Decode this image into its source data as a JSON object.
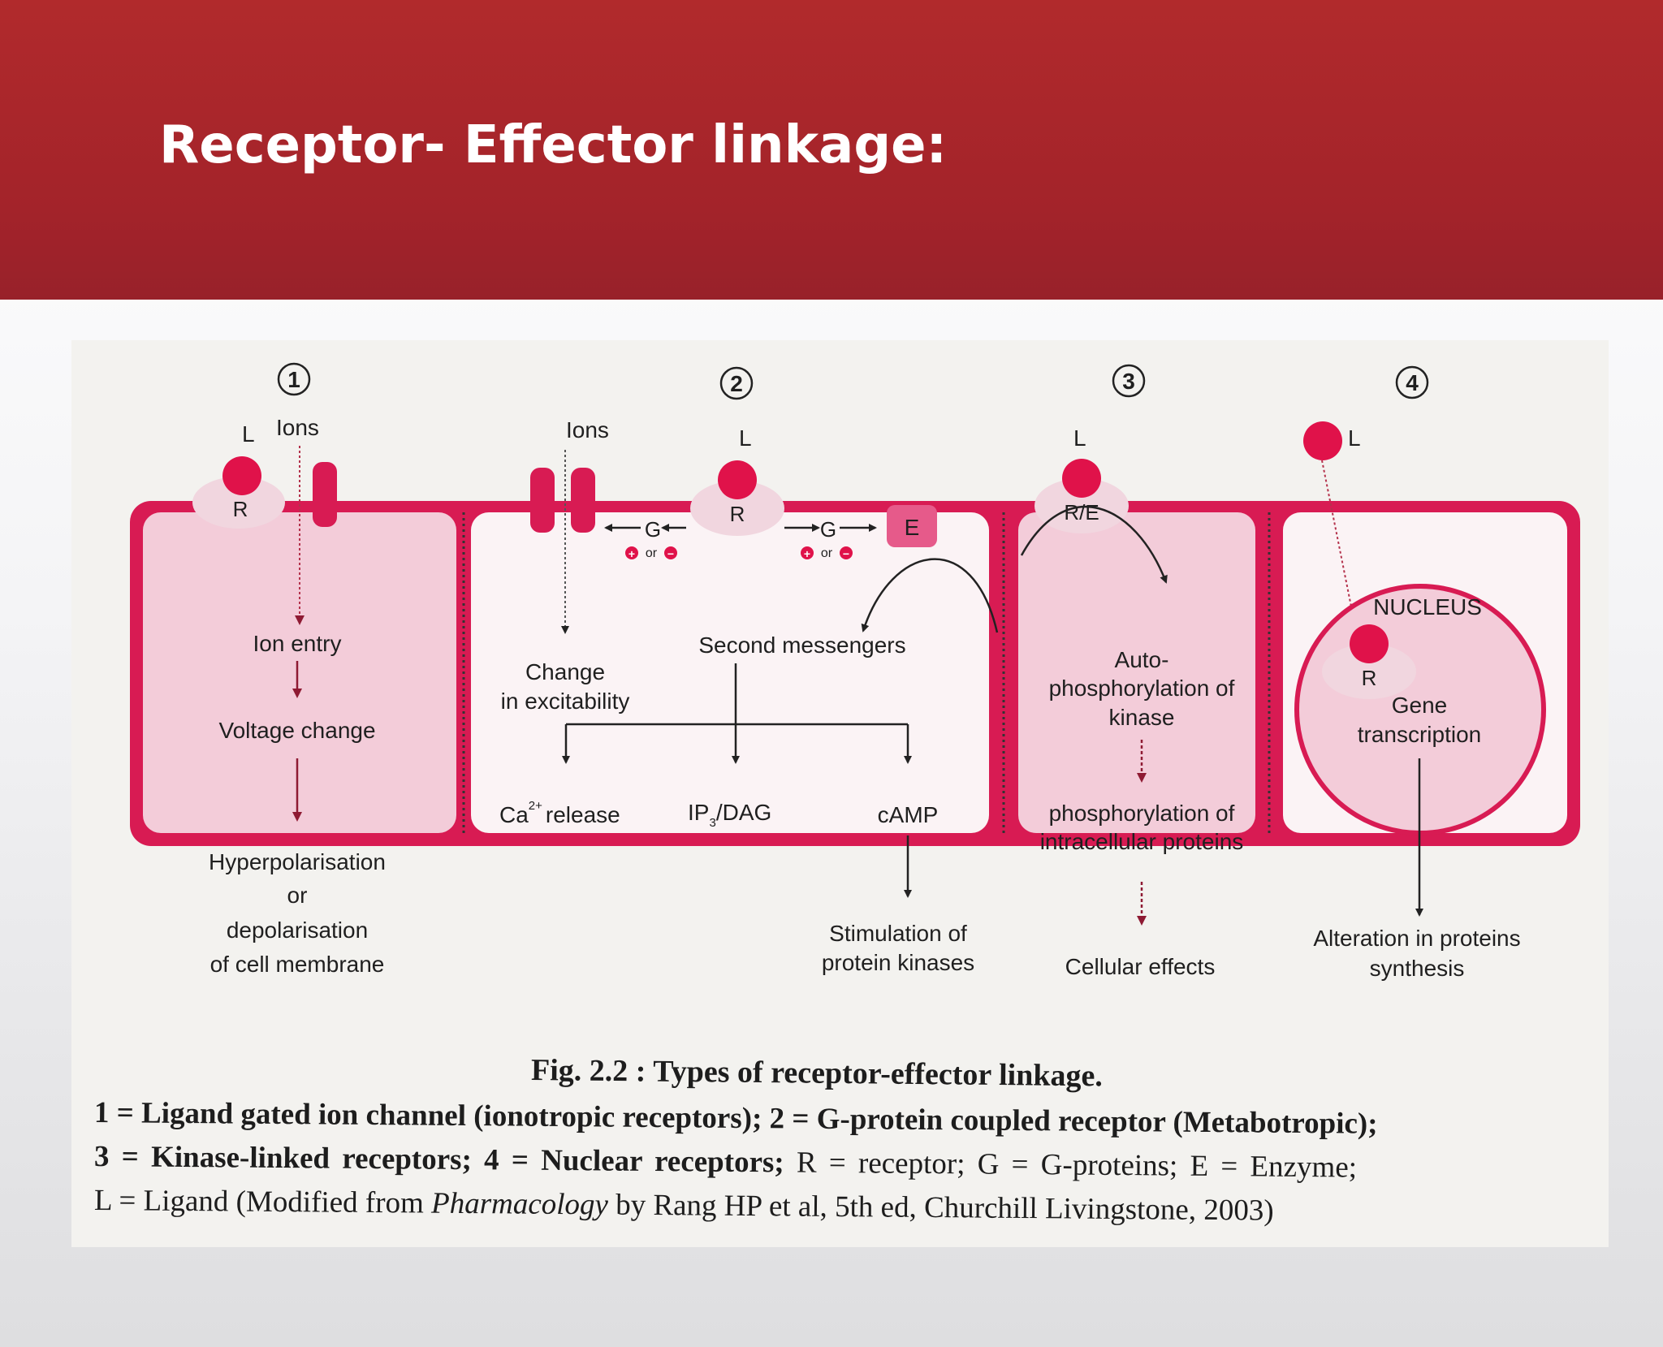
{
  "slide": {
    "title": "Receptor- Effector linkage:"
  },
  "colors": {
    "banner": "#a8262b",
    "membrane": "#d81b53",
    "cell_fill": "#f3ccd9",
    "ligand": "#e0124a",
    "receptor": "#f1d6df"
  },
  "diagram": {
    "numbers": [
      "1",
      "2",
      "3",
      "4"
    ],
    "panel1": {
      "ligand": "L",
      "ions": "Ions",
      "receptor": "R",
      "steps": [
        "Ion entry",
        "Voltage change",
        "Hyperpolarisation",
        "or",
        "depolarisation",
        "of cell membrane"
      ]
    },
    "panel2": {
      "ions": "Ions",
      "ligand": "L",
      "receptor": "R",
      "g_left": "G",
      "g_right": "G",
      "enzyme": "E",
      "plus": "+",
      "or": "or",
      "minus": "−",
      "change": [
        "Change",
        "in excitability"
      ],
      "second_messengers": "Second messengers",
      "ca": "Ca",
      "ca_sup": "2+",
      "release": "release",
      "ip": "IP",
      "ip_sub": "3",
      "dag": "/DAG",
      "camp": "cAMP",
      "stimulation": [
        "Stimulation of",
        "protein kinases"
      ]
    },
    "panel3": {
      "ligand": "L",
      "receptor": "R/E",
      "auto": [
        "Auto-",
        "phosphorylation of",
        "kinase"
      ],
      "phos": [
        "phosphorylation of",
        "intracellular proteins"
      ],
      "effects": "Cellular effects"
    },
    "panel4": {
      "ligand": "L",
      "nucleus": "NUCLEUS",
      "receptor": "R",
      "gene": [
        "Gene",
        "transcription"
      ],
      "alteration": [
        "Alteration in proteins",
        "synthesis"
      ]
    }
  },
  "caption": {
    "title": "Fig. 2.2 : Types of receptor-effector linkage.",
    "line1": "1 =  Ligand gated ion channel (ionotropic receptors); 2 = G-protein coupled receptor (Metabotropic);",
    "line2_bold": "3 =  Kinase-linked  receptors;  4 =  Nuclear  receptors;",
    "line2_rest": " R =  receptor;  G  =  G-proteins;  E  =  Enzyme;",
    "line3_pre": "L = Ligand  (Modified from ",
    "line3_italic": "Pharmacology",
    "line3_post": " by Rang HP et al, 5th ed, Churchill Livingstone, 2003)"
  }
}
